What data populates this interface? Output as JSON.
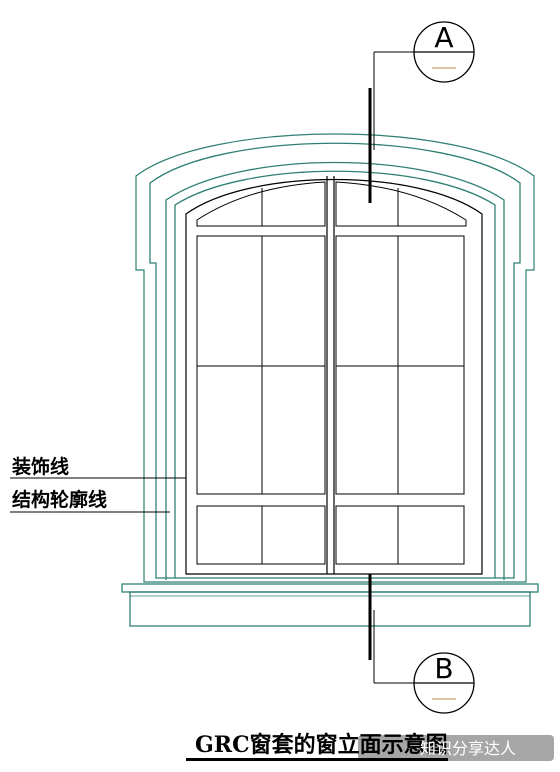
{
  "labels": {
    "decorative_line": "装饰线",
    "structural_outline": "结构轮廓线"
  },
  "section_markers": {
    "top": "A",
    "bottom": "B"
  },
  "title": "GRC窗套的窗立面示意图",
  "watermark": "知识分享达人",
  "colors": {
    "line": "#000000",
    "trim": "#2f7f74"
  }
}
